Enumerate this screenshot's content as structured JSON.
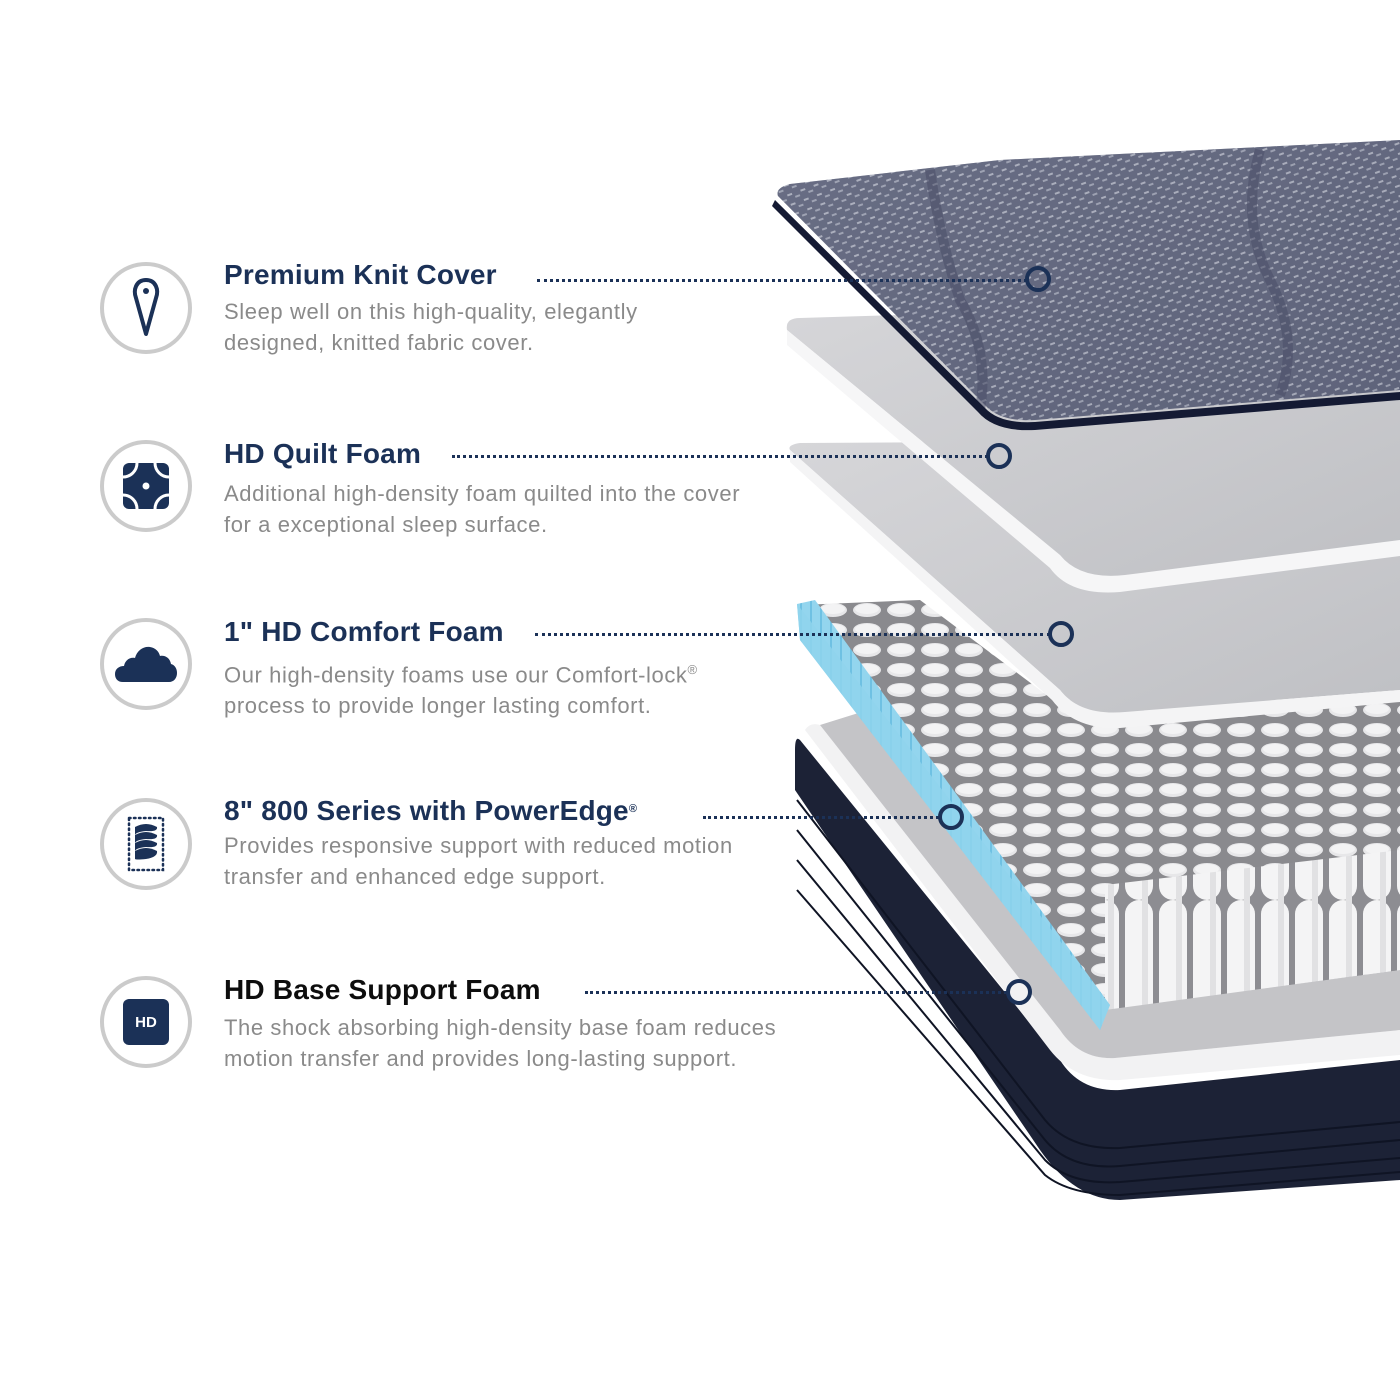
{
  "colors": {
    "navy": "#1b3157",
    "ring_gray": "#cbcbcb",
    "desc_gray": "#8a8a8a",
    "foam_light_gray": "#d9d9dc",
    "coil_blue": "#8fd3ec",
    "base_navy": "#1c2236",
    "cover_gray": "#6c7188"
  },
  "features": [
    {
      "icon": "needle-icon",
      "title": "Premium Knit Cover",
      "desc_line1": "Sleep well on this high-quality, elegantly",
      "desc_line2": "designed, knitted fabric cover."
    },
    {
      "icon": "quilt-pattern-icon",
      "title": "HD Quilt Foam",
      "desc_line1": "Additional high-density foam quilted into the cover",
      "desc_line2": "for a exceptional sleep surface."
    },
    {
      "icon": "cloud-icon",
      "title": "1\" HD Comfort Foam",
      "desc_line1": "Our high-density foams use our Comfort-lock",
      "desc_line1_reg": "®",
      "desc_line2": "process to provide longer lasting comfort."
    },
    {
      "icon": "coil-spring-icon",
      "title": "8\" 800 Series with PowerEdge",
      "title_reg": "®",
      "desc_line1": "Provides responsive support with reduced motion",
      "desc_line2": "transfer and enhanced edge support."
    },
    {
      "icon": "hd-badge-icon",
      "icon_text": "HD",
      "title": "HD Base Support Foam",
      "desc_line1": "The shock absorbing high-density base foam reduces",
      "desc_line2": "motion transfer and provides long-lasting support."
    }
  ]
}
